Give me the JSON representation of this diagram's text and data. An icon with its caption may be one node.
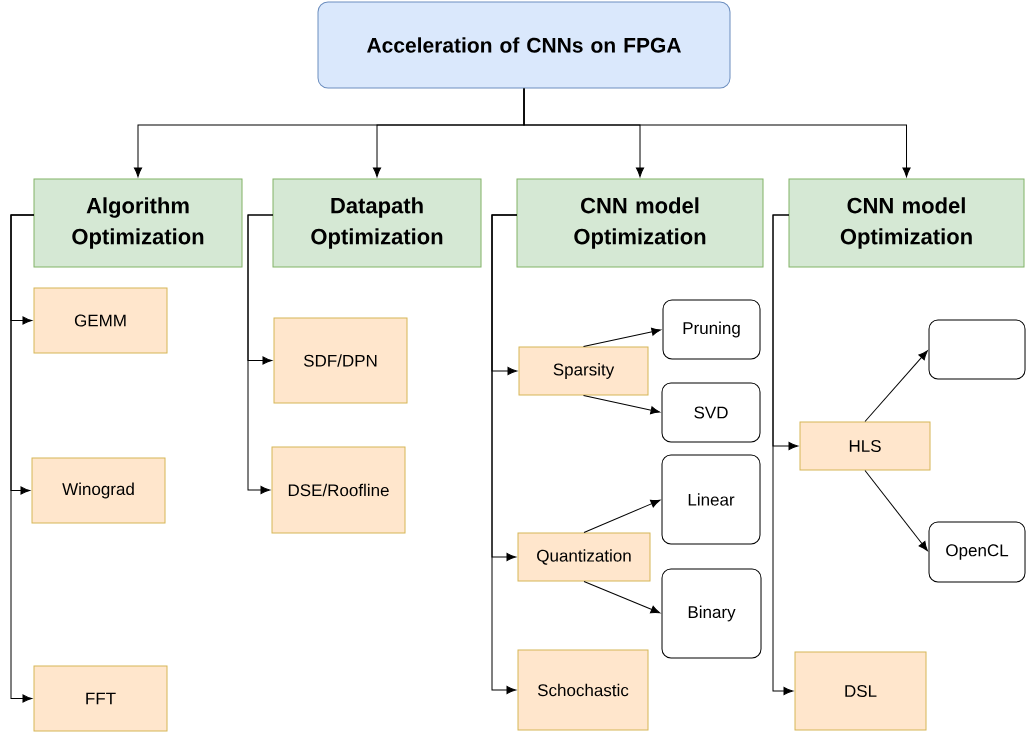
{
  "diagram": {
    "nodes": [
      {
        "text": [
          "Acceleration of CNNs on FPGA"
        ]
      },
      {
        "text": [
          "Algorithm Optimization"
        ]
      },
      {
        "text": [
          "Datapath Optimization"
        ]
      },
      {
        "text": [
          "CNN model Optimization"
        ]
      },
      {
        "text": [
          "CNN model Optimization"
        ]
      },
      {
        "text": [
          "GEMM"
        ]
      },
      {
        "text": [
          "Winograd"
        ]
      },
      {
        "text": [
          "FFT"
        ]
      },
      {
        "text": [
          "SDF/DPN"
        ]
      },
      {
        "text": [
          "DSE/Roofline"
        ]
      },
      {
        "text": [
          "Sparsity"
        ]
      },
      {
        "text": [
          "Pruning"
        ]
      },
      {
        "text": [
          "SVD"
        ]
      },
      {
        "text": [
          "Quantization"
        ]
      },
      {
        "text": [
          "Linear"
        ]
      },
      {
        "text": [
          "Binary"
        ]
      },
      {
        "text": [
          "Schochastic"
        ]
      },
      {
        "text": [
          "HLS"
        ]
      },
      {
        "text": [],
        "shape": "box"
      },
      {
        "text": [
          "OpenCL"
        ]
      },
      {
        "text": [
          "DSL"
        ]
      }
    ],
    "edges": [
      {
        "from": 0,
        "to": 1,
        "arrow": "to"
      },
      {
        "from": 0,
        "to": 2,
        "arrow": "to"
      },
      {
        "from": 0,
        "to": 3,
        "arrow": "to"
      },
      {
        "from": 0,
        "to": 4,
        "arrow": "to"
      },
      {
        "from": 1,
        "to": 5,
        "arrow": "to"
      },
      {
        "from": 1,
        "to": 6,
        "arrow": "to"
      },
      {
        "from": 1,
        "to": 7,
        "arrow": "to"
      },
      {
        "from": 2,
        "to": 8,
        "arrow": "to"
      },
      {
        "from": 2,
        "to": 9,
        "arrow": "to"
      },
      {
        "from": 3,
        "to": 10,
        "arrow": "to"
      },
      {
        "from": 3,
        "to": 13,
        "arrow": "to"
      },
      {
        "from": 3,
        "to": 16,
        "arrow": "to"
      },
      {
        "from": 4,
        "to": 17,
        "arrow": "to"
      },
      {
        "from": 4,
        "to": 20,
        "arrow": "to"
      },
      {
        "from": 10,
        "to": 11,
        "arrow": "to"
      },
      {
        "from": 10,
        "to": 12,
        "arrow": "to"
      },
      {
        "from": 13,
        "to": 14,
        "arrow": "to"
      },
      {
        "from": 13,
        "to": 15,
        "arrow": "to"
      },
      {
        "from": 17,
        "to": 18,
        "arrow": "to"
      },
      {
        "from": 17,
        "to": 19,
        "arrow": "to"
      }
    ]
  }
}
